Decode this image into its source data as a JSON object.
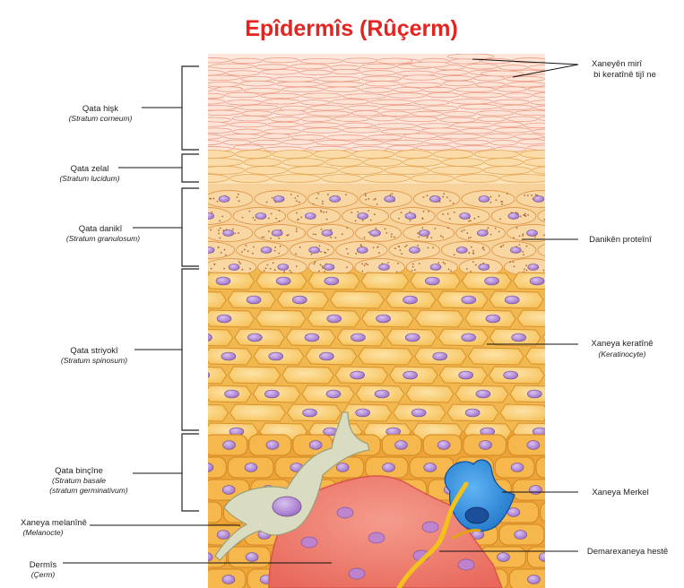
{
  "title": "Epîdermîs (Rûçerm)",
  "left_labels": {
    "corneum": {
      "name": "Qata hişk",
      "latin": "(Stratum corneum)"
    },
    "lucidum": {
      "name": "Qata zelal",
      "latin": "(Stratum lucidum)"
    },
    "granulosum": {
      "name": "Qata danikî",
      "latin": "(Stratum granulosum)"
    },
    "spinosum": {
      "name": "Qata striyokî",
      "latin": "(Stratum spinosum)"
    },
    "basale": {
      "name": "Qata binçîne",
      "latin1": "(Stratum basale",
      "latin2": "(stratum germinativum)"
    },
    "melanocyte": {
      "name": "Xaneya melanînê",
      "latin": "(Melanocte)"
    },
    "dermis": {
      "name": "Dermîs",
      "latin": "(Çerm)"
    }
  },
  "right_labels": {
    "dead_cells": {
      "line1": "Xaneyên mirî",
      "line2": "bi keratînê tijî ne"
    },
    "protein_granules": {
      "name": "Danikên proteînî"
    },
    "keratinocyte": {
      "name": "Xaneya keratînê",
      "latin": "(Keratinocyte)"
    },
    "merkel": {
      "name": "Xaneya Merkel"
    },
    "nerve": {
      "name": "Demarexaneya hestê"
    }
  },
  "colors": {
    "title": "#e32420",
    "corneum": "#fbd8c6",
    "granular": "#f9d29a",
    "spinous": "#f8c55f",
    "basal": "#f4a93a",
    "nucleus": "#b58ad6",
    "dermis": "#ee7b6d",
    "merkel": "#2f8fe0",
    "melanocyte": "#d9dcc0",
    "nerve": "#f2c21a"
  }
}
